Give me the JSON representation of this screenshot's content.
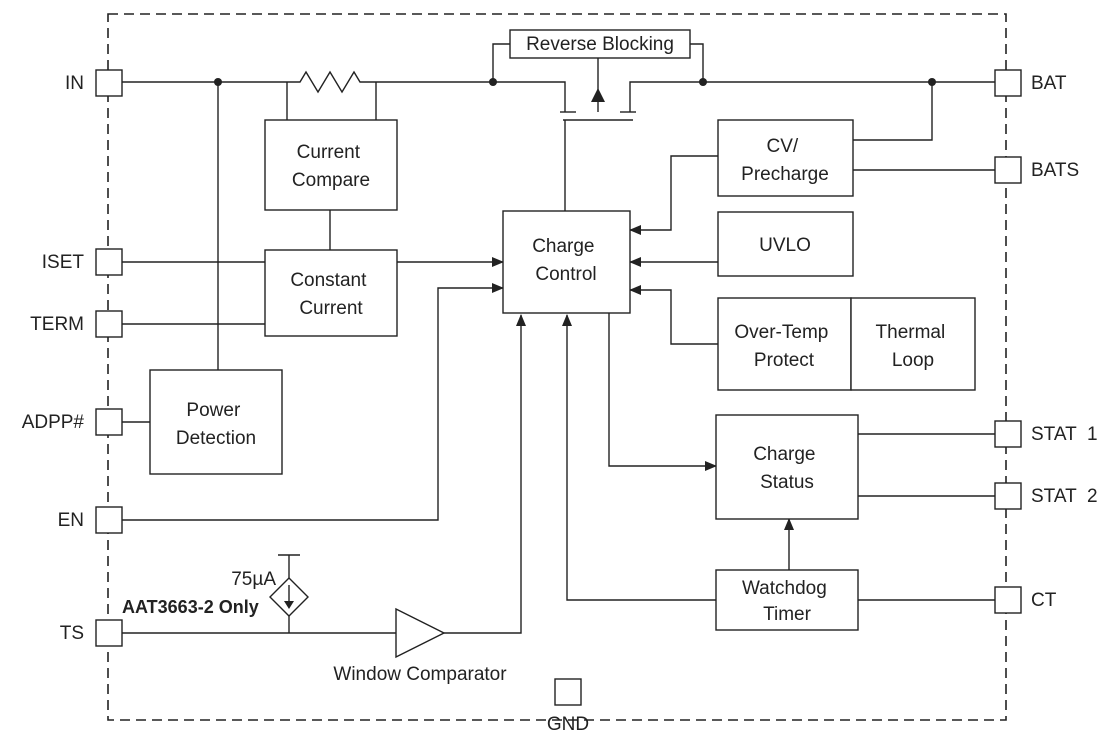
{
  "pins_left": {
    "in": "IN",
    "iset": "ISET",
    "term": "TERM",
    "adpp": "ADPP#",
    "en": "EN",
    "ts": "TS"
  },
  "pins_right": {
    "bat": "BAT",
    "bats": "BATS",
    "stat1": "STAT  1",
    "stat2": "STAT  2",
    "ct": "CT"
  },
  "pin_bottom": {
    "gnd": "GND"
  },
  "blocks": {
    "reverse_blocking": "Reverse Blocking",
    "current_compare": [
      "Current",
      "Compare"
    ],
    "constant_current": [
      "Constant",
      "Current"
    ],
    "power_detection": [
      "Power",
      "Detection"
    ],
    "charge_control": [
      "Charge",
      "Control"
    ],
    "cv_precharge": [
      "CV/",
      "Precharge"
    ],
    "uvlo": "UVLO",
    "over_temp": [
      "Over-Temp",
      "Protect"
    ],
    "thermal_loop": [
      "Thermal",
      "Loop"
    ],
    "charge_status": [
      "Charge",
      "Status"
    ],
    "watchdog_timer": [
      "Watchdog",
      "Timer"
    ]
  },
  "labels": {
    "current_source": "75µA",
    "variant_note": "AAT3663-2 Only",
    "window_comparator": "Window Comparator"
  }
}
